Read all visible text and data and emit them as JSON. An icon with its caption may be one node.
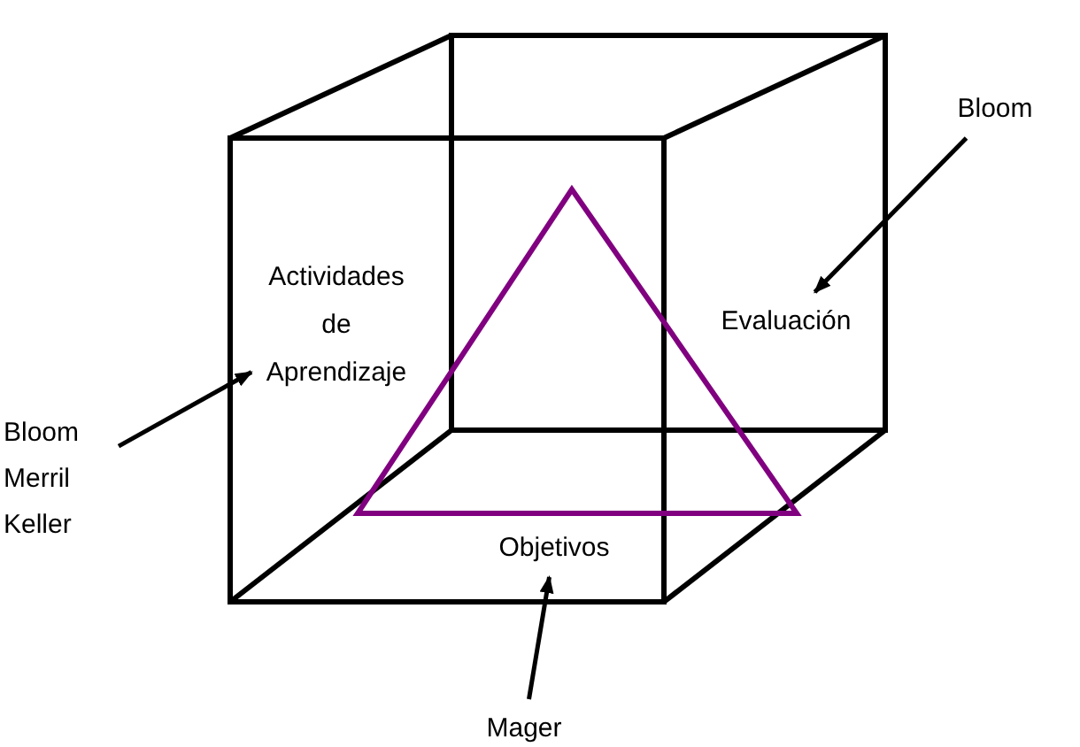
{
  "diagram": {
    "nodes": [
      {
        "text": [
          "Bloom"
        ]
      },
      {
        "text": [
          "Actividades de Aprendizaje"
        ]
      },
      {
        "text": [
          "Evaluación"
        ]
      },
      {
        "text": [
          "Bloom Merril Keller"
        ]
      },
      {
        "text": [
          "Objetivos"
        ]
      },
      {
        "text": [
          "Mager"
        ]
      }
    ],
    "edges": [
      {
        "from": 0,
        "to": 2,
        "arrow": "to"
      },
      {
        "from": 3,
        "to": 1,
        "arrow": "to"
      },
      {
        "from": 5,
        "to": 4,
        "arrow": "to"
      }
    ]
  }
}
